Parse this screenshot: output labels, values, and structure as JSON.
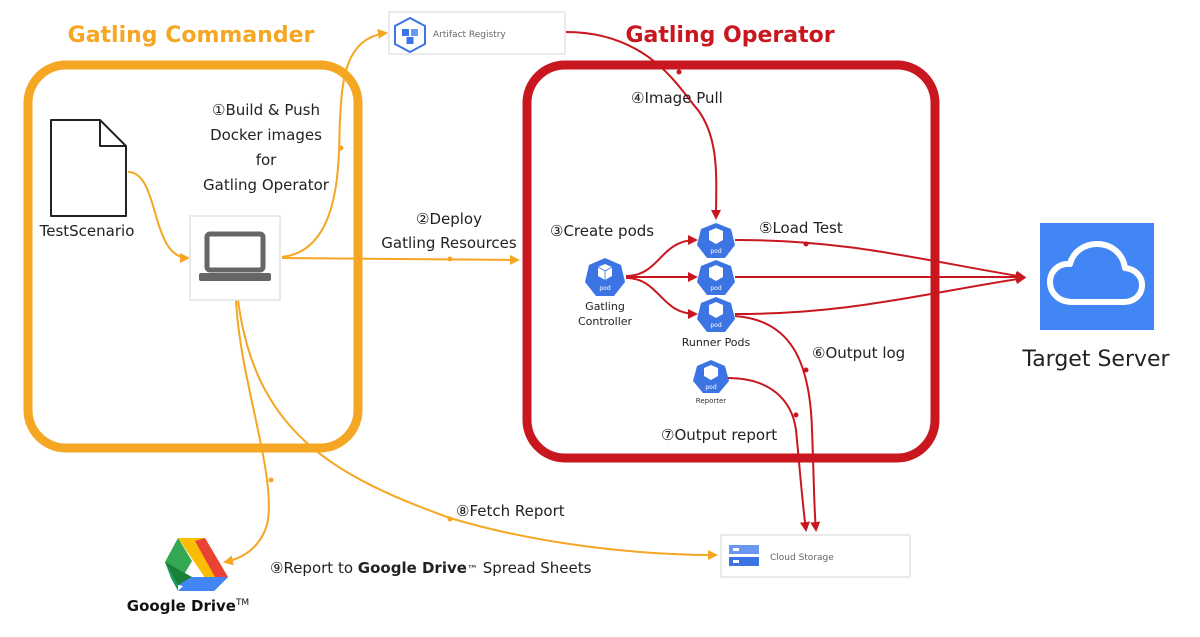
{
  "colors": {
    "commander": "#f5a623",
    "operator": "#c8171e",
    "pod": "#3c74e4",
    "cloud": "#4285f4",
    "text": "#222222"
  },
  "groups": {
    "commander": {
      "title": "Gatling Commander"
    },
    "operator": {
      "title": "Gatling Operator"
    }
  },
  "nodes": {
    "test_scenario": {
      "label": "TestScenario",
      "icon": "document-icon"
    },
    "laptop": {
      "icon": "laptop-icon"
    },
    "artifact_registry": {
      "label": "Artifact Registry",
      "icon": "artifact-registry-icon"
    },
    "gatling_controller": {
      "label_line1": "Gatling",
      "label_line2": "Controller",
      "pod_text": "pod"
    },
    "runner_pods": {
      "label": "Runner Pods",
      "pod_text": "pod"
    },
    "reporter": {
      "label": "Reporter",
      "pod_text": "pod"
    },
    "cloud_storage": {
      "label": "Cloud Storage",
      "icon": "cloud-storage-icon"
    },
    "target_server": {
      "label": "Target Server",
      "icon": "cloud-icon"
    },
    "google_drive": {
      "label": "Google Drive",
      "tm": "TM",
      "icon": "google-drive-icon"
    }
  },
  "steps": {
    "build_push": {
      "line1": "①Build & Push",
      "line2": "Docker images",
      "line3": "for",
      "line4": "Gatling Operator"
    },
    "deploy": {
      "line1": "②Deploy",
      "line2": "Gatling Resources"
    },
    "create_pods": {
      "label": "③Create pods"
    },
    "image_pull": {
      "label": "④Image Pull"
    },
    "load_test": {
      "label": "⑤Load Test"
    },
    "output_log": {
      "label": "⑥Output log"
    },
    "output_report": {
      "label": "⑦Output report"
    },
    "fetch_report": {
      "label": "⑧Fetch Report"
    },
    "report_drive": {
      "prefix": "⑨Report to ",
      "brand": "Google Drive",
      "tm": "™",
      "suffix": " Spread Sheets"
    }
  }
}
